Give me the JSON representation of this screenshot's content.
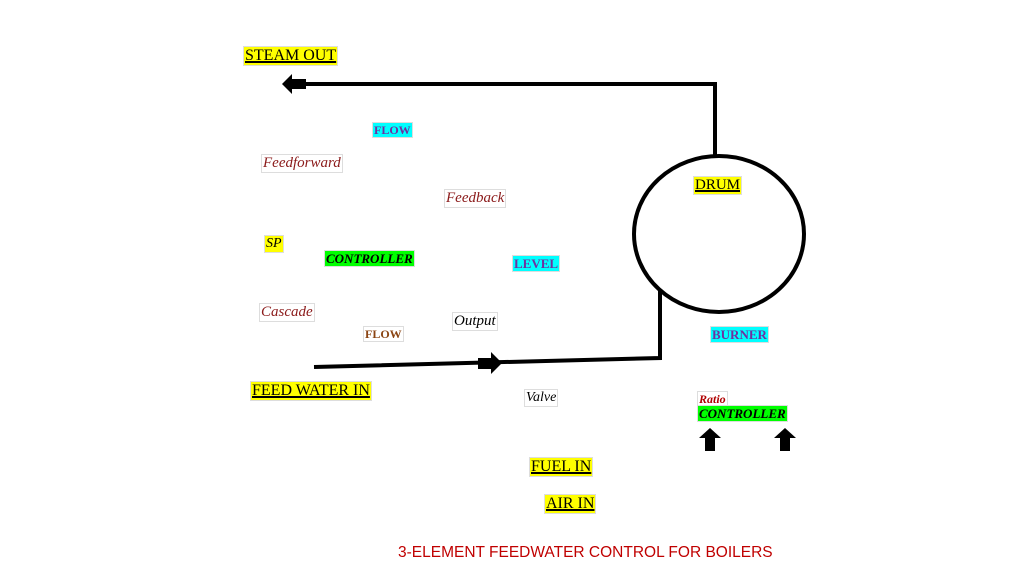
{
  "labels": {
    "steam_out": "STEAM OUT",
    "flow_top": "FLOW",
    "feedforward": "Feedforward",
    "feedback": "Feedback",
    "drum": "DRUM",
    "sp": "SP",
    "controller": "CONTROLLER",
    "level": "LEVEL",
    "cascade": "Cascade",
    "flow_bottom": "FLOW",
    "output": "Output",
    "burner": "BURNER",
    "feed_water_in": "FEED WATER IN",
    "valve": "Valve",
    "ratio": "Ratio",
    "ratio_controller": "CONTROLLER",
    "fuel_in": "FUEL IN",
    "air_in": "AIR IN"
  },
  "title": "3-ELEMENT FEEDWATER CONTROL FOR BOILERS"
}
